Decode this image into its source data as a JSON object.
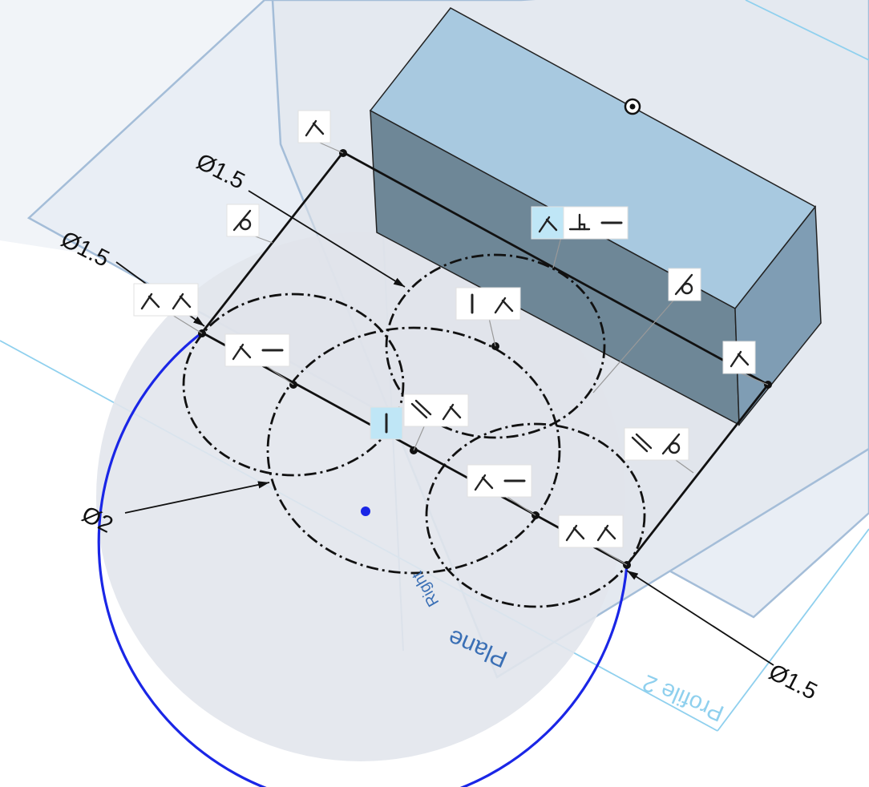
{
  "colors": {
    "background": "#ffffff",
    "plane_fill": "#e9eef5",
    "plane_edge": "#a4bdd8",
    "sketch_line": "#111111",
    "selected_circle": "#1a26e6",
    "box_top": "#a8c9e0",
    "box_front": "#6e8797",
    "box_side": "#7f9db4",
    "profile_line": "#8fd0ee",
    "constraint_highlight": "#bfe6f6"
  },
  "dimensions": [
    {
      "label": "Ø1.5"
    },
    {
      "label": "Ø1.5"
    },
    {
      "label": "Ø2"
    },
    {
      "label": "Ø1.5"
    }
  ],
  "planes": {
    "plane_label": "Plane",
    "plane_sub_label": "Right",
    "profile_label": "Profile 2"
  },
  "constraint_icons": [
    "coincident-icon",
    "tangent-icon",
    "perpendicular-icon",
    "horizontal-icon",
    "vertical-icon",
    "parallel-icon",
    "midpoint-icon"
  ]
}
